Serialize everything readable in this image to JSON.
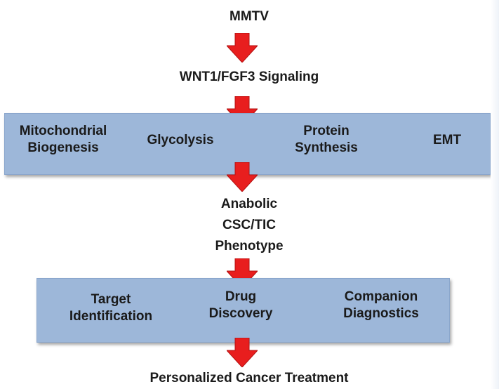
{
  "diagram": {
    "step1": "MMTV",
    "step2": "WNT1/FGF3 Signaling",
    "band1": {
      "item1": [
        "Mitochondrial",
        "Biogenesis"
      ],
      "item2": "Glycolysis",
      "item3": [
        "Protein",
        "Synthesis"
      ],
      "item4": "EMT"
    },
    "step3": [
      "Anabolic",
      "CSC/TIC",
      "Phenotype"
    ],
    "band2": {
      "item1": [
        "Target",
        "Identification"
      ],
      "item2": [
        "Drug",
        "Discovery"
      ],
      "item3": [
        "Companion",
        "Diagnostics"
      ]
    },
    "step4": "Personalized Cancer Treatment"
  },
  "colors": {
    "arrow": "#e81e1e",
    "band": "#9db7d9",
    "text": "#1a1a1a"
  }
}
